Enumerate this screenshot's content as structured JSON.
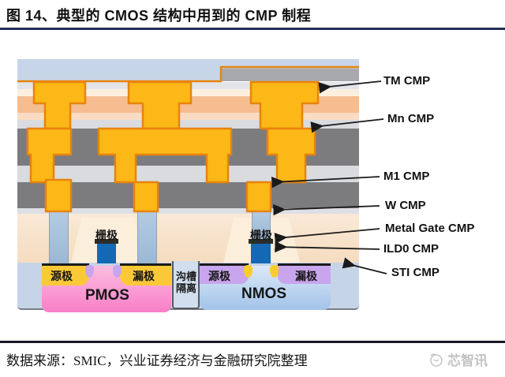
{
  "title": "图 14、典型的 CMOS 结构中用到的 CMP 制程",
  "diagram": {
    "cmp_labels": [
      "TM CMP",
      "Mn CMP",
      "M1 CMP",
      "W CMP",
      "Metal Gate CMP",
      "ILD0 CMP",
      "STI CMP"
    ],
    "labels": {
      "gate": "栅极",
      "source": "源极",
      "drain": "漏极",
      "trench_line1": "沟槽",
      "trench_line2": "隔离",
      "pmos": "PMOS",
      "nmos": "NMOS"
    }
  },
  "footer": {
    "source": "数据来源：SMIC，兴业证券经济与金融研究院整理",
    "logo": "芯智讯"
  },
  "colors": {
    "gold": "#FCB816",
    "gold-border": "#E8830C",
    "dark-gray": "#7C7C7E",
    "light-gray": "#D9DBDF",
    "blue-top": "#C7D5E9",
    "step-gray": "#A7A9AC",
    "cream": "#FBF0DF",
    "peach": "#F5BD90",
    "substrate": "#C6D4E8",
    "pmos-pink": "#F886CA",
    "nmos-blue": "#A2C3E9",
    "sd-gold": "#FBC937",
    "sd-purple": "#C9A5EE",
    "gate-blue": "#1568B4",
    "contact": "#A6C0DA",
    "rule-navy": "#272E56",
    "text": "#1A1A1A"
  }
}
